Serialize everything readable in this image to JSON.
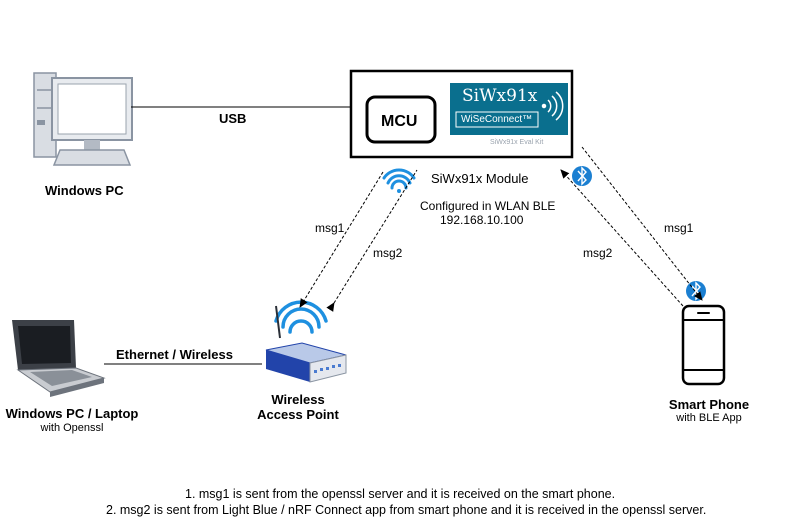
{
  "nodes": {
    "windows_pc": {
      "label": "Windows PC"
    },
    "module": {
      "mcu_label": "MCU",
      "chip_brand": "SiWx91x",
      "chip_sub": "WiSeConnect™",
      "board_caption": "SiWx91x Eval Kit",
      "label": "SiWx91x Module",
      "config_line1": "Configured in WLAN BLE",
      "config_line2": "192.168.10.100"
    },
    "access_point": {
      "label_line1": "Wireless",
      "label_line2": "Access Point"
    },
    "laptop": {
      "label": "Windows PC / Laptop",
      "sublabel": "with Openssl"
    },
    "smart_phone": {
      "label": "Smart Phone",
      "sublabel": "with BLE App"
    }
  },
  "edges": {
    "usb": "USB",
    "ethernet": "Ethernet / Wireless",
    "ap_msg1": "msg1",
    "ap_msg2": "msg2",
    "phone_msg1": "msg1",
    "phone_msg2": "msg2"
  },
  "notes": [
    "1. msg1 is sent from the openssl server and it is received on the smart phone.",
    "2. msg2 is sent from Light Blue / nRF Connect app from smart phone and it is received in the openssl server."
  ],
  "colors": {
    "chip_bg": "#0a6f8e",
    "wifi_blue": "#1e90e0",
    "ble_blue": "#1b7fd1",
    "router_blue": "#2244aa"
  }
}
